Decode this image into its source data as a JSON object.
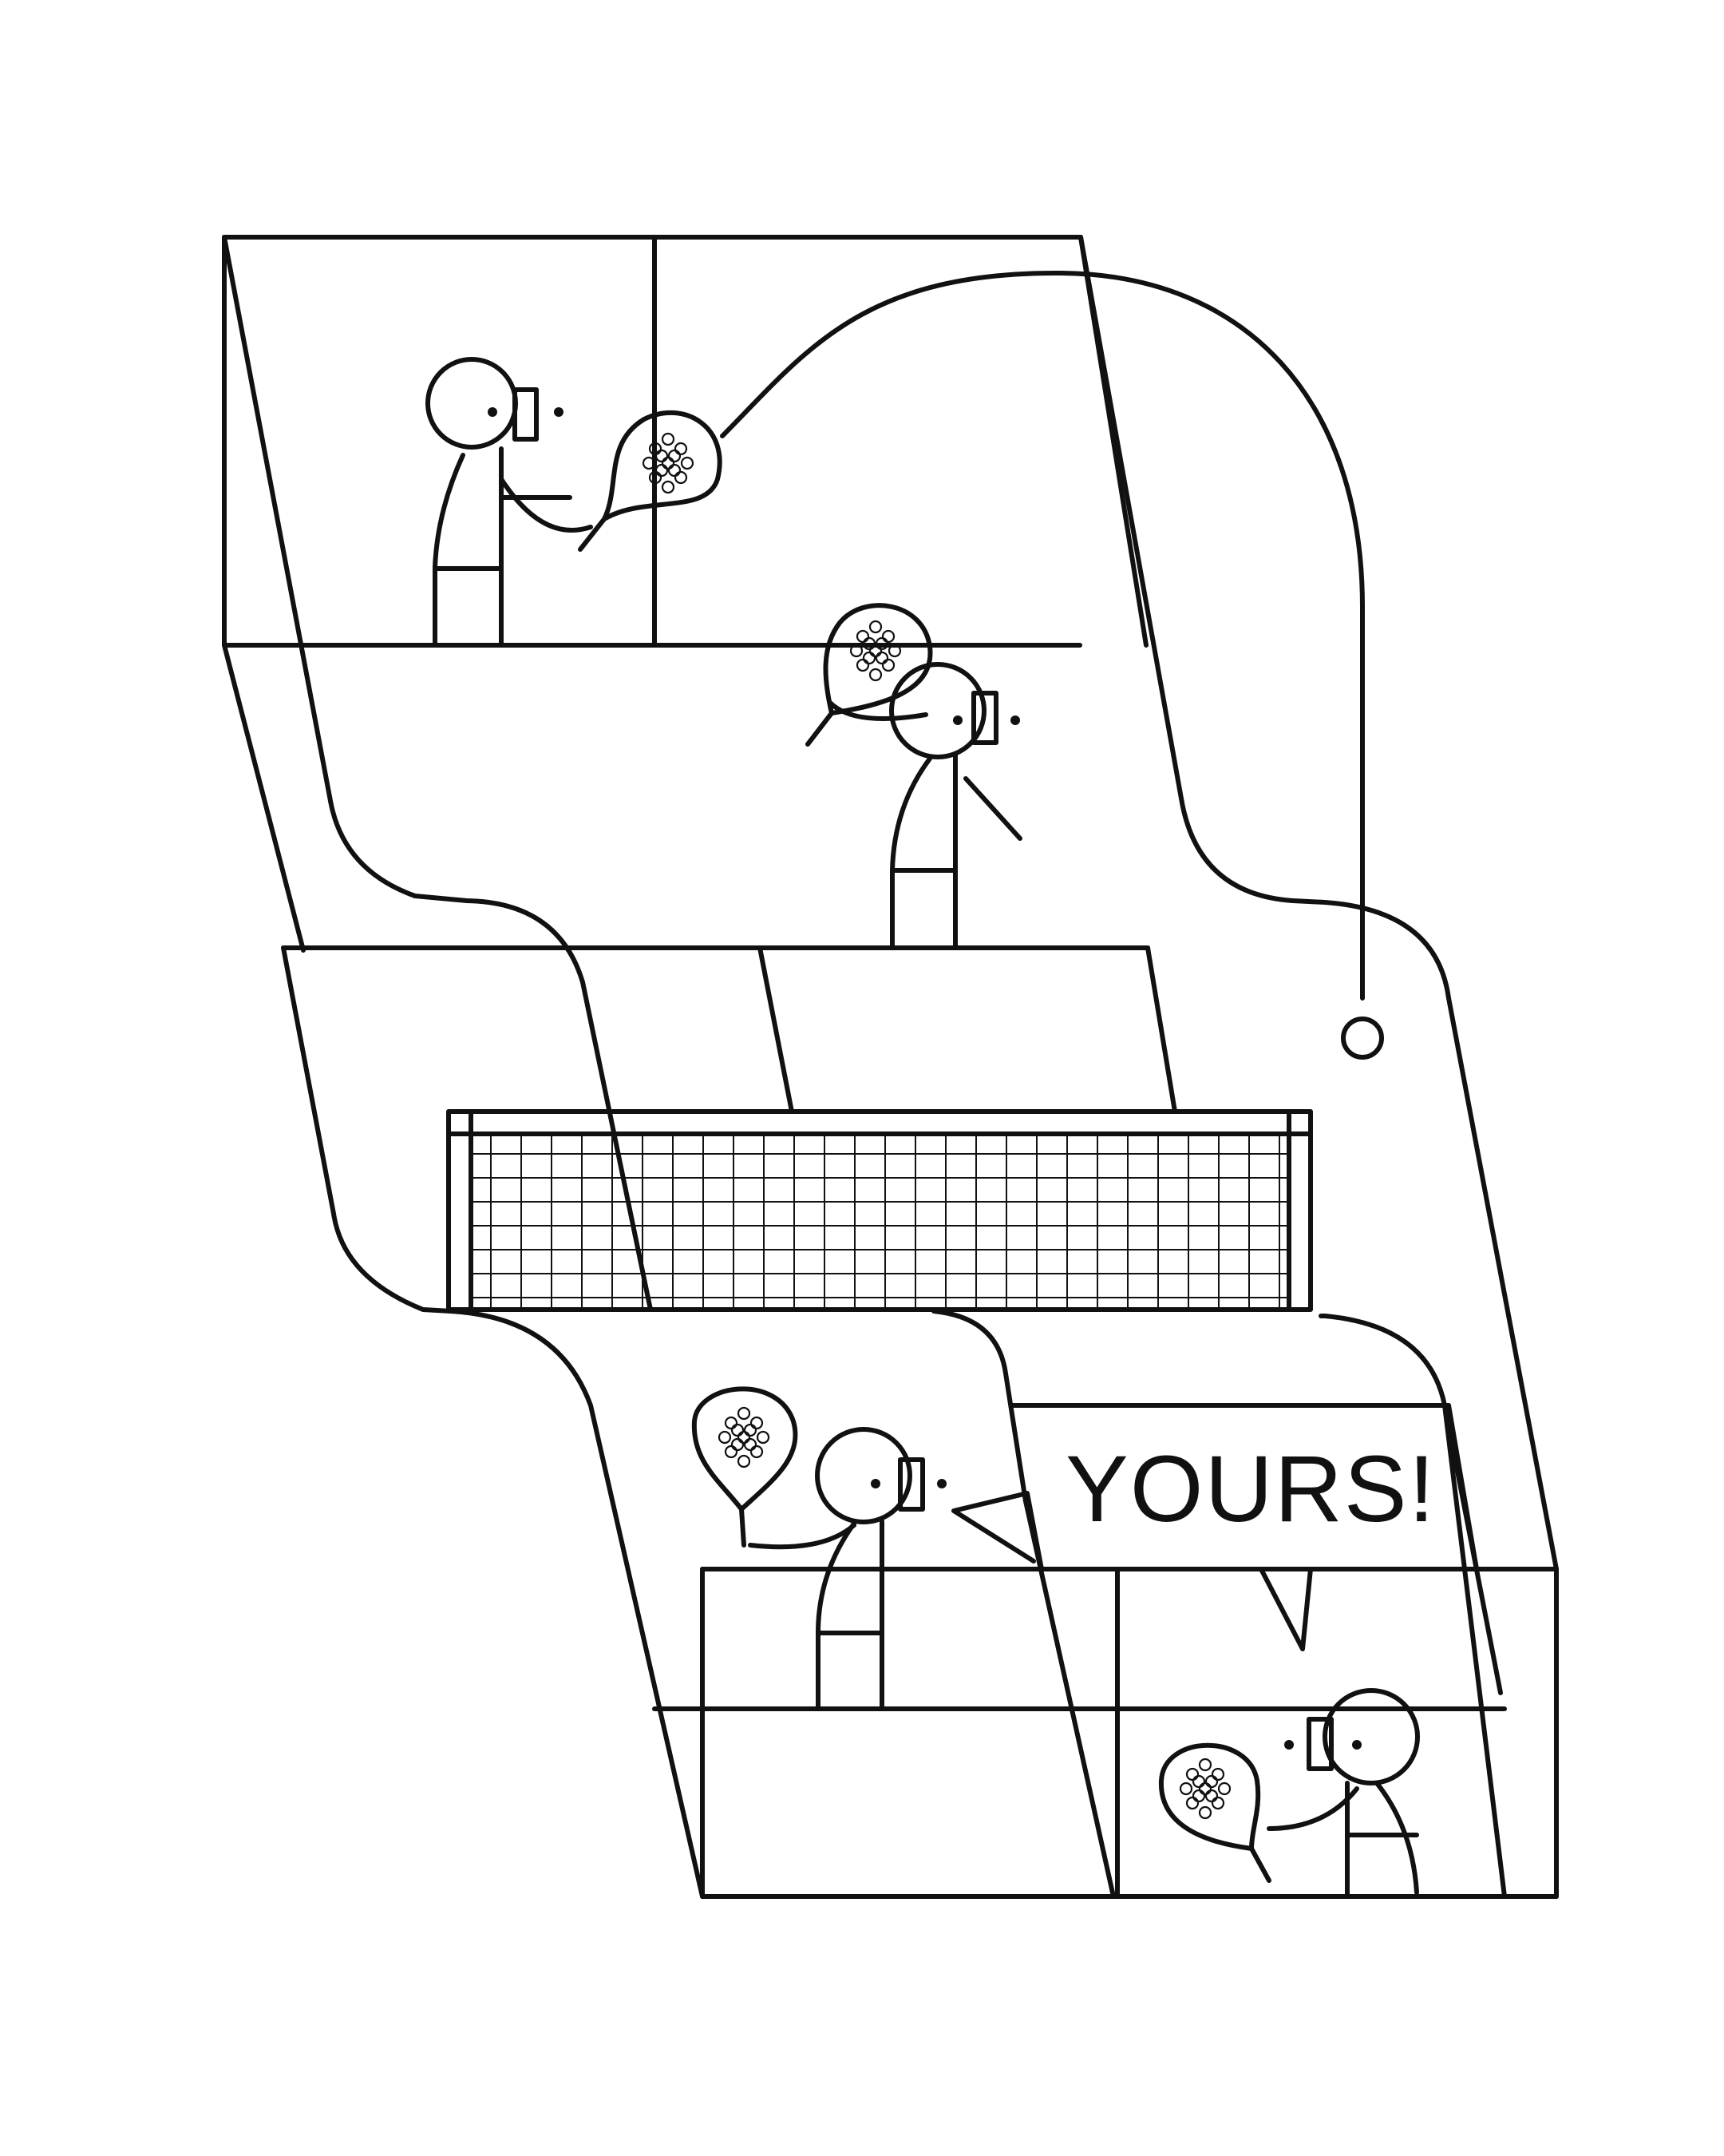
{
  "illustration": {
    "speech_bubble_text": "YOURS!",
    "colors": {
      "line": "#111111",
      "background": "#ffffff"
    },
    "players": [
      {
        "name": "top-left-player",
        "holds": "padel-racket"
      },
      {
        "name": "top-right-player",
        "holds": "padel-racket"
      },
      {
        "name": "bottom-left-player",
        "holds": "padel-racket",
        "speaking": true
      },
      {
        "name": "bottom-right-player",
        "holds": "padel-racket"
      }
    ],
    "ball": "padel-ball-icon"
  }
}
